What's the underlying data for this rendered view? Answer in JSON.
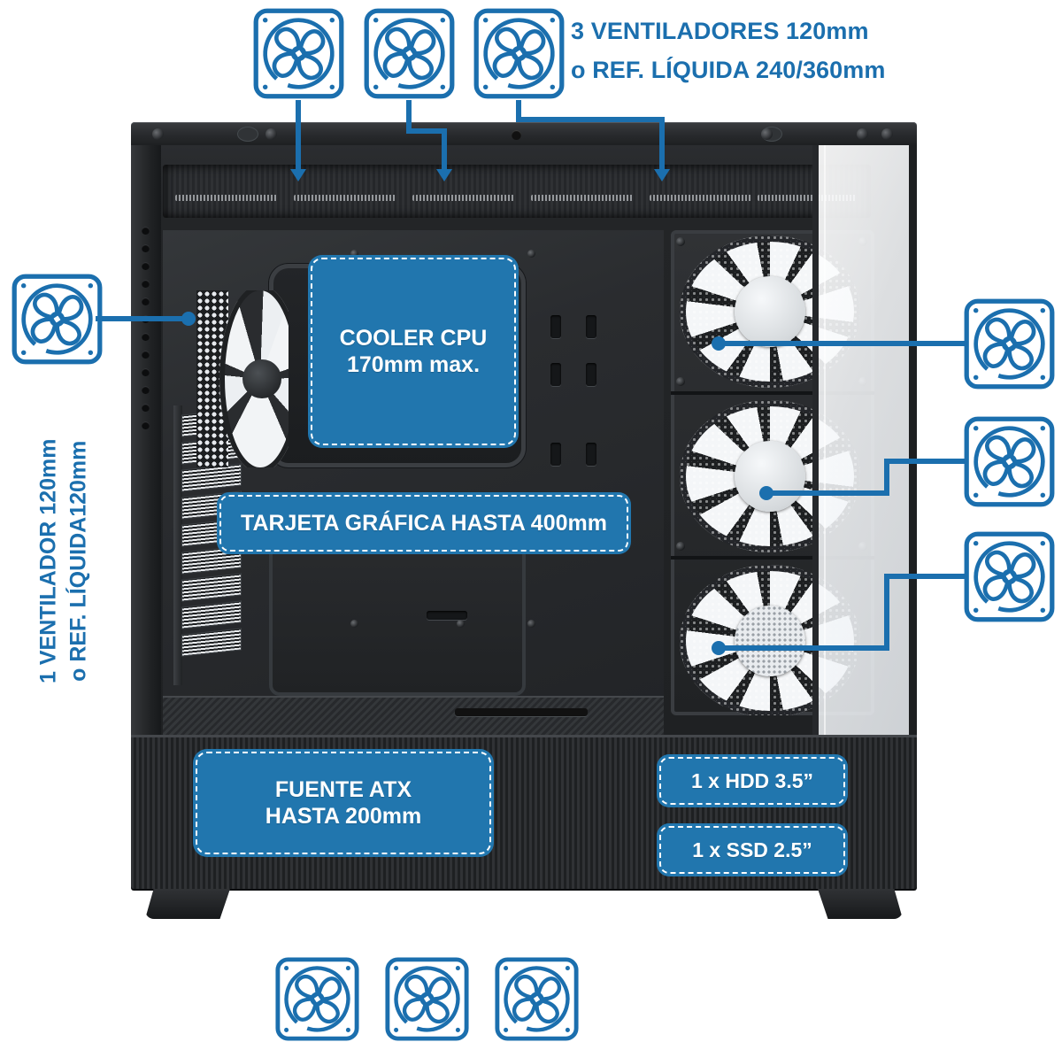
{
  "product": {
    "type": "pc-case-spec-infographic",
    "language": "es"
  },
  "colors": {
    "accent_blue": "#1b6fae",
    "label_blue": "#2176ae",
    "label_text": "#ffffff",
    "chassis_dark": "#232527"
  },
  "callouts": {
    "top": {
      "line1": "3 VENTILADORES 120mm",
      "line2": "o REF. LÍQUIDA 240/360mm",
      "icon_count": 3,
      "icon_name": "fan-icon"
    },
    "left": {
      "line1": "1 VENTILADOR 120mm",
      "line2": "o REF. LÍQUIDA120mm",
      "icon_count": 1,
      "icon_name": "fan-icon"
    },
    "right": {
      "icon_count": 3,
      "icon_name": "fan-icon"
    },
    "bottom": {
      "icon_count": 3,
      "icon_name": "fan-icon"
    }
  },
  "specs": [
    {
      "id": "cooler",
      "name": "cpu-cooler-spec",
      "line1": "COOLER CPU",
      "line2": "170mm max."
    },
    {
      "id": "gpu",
      "name": "gpu-spec",
      "line1": "TARJETA GRÁFICA HASTA 400mm",
      "line2": ""
    },
    {
      "id": "psu",
      "name": "psu-spec",
      "line1": "FUENTE ATX",
      "line2": "HASTA 200mm"
    },
    {
      "id": "hdd",
      "name": "hdd-bay-spec",
      "line1": "1 x HDD 3.5”",
      "line2": ""
    },
    {
      "id": "ssd",
      "name": "ssd-bay-spec",
      "line1": "1 x SSD 2.5”",
      "line2": ""
    }
  ]
}
